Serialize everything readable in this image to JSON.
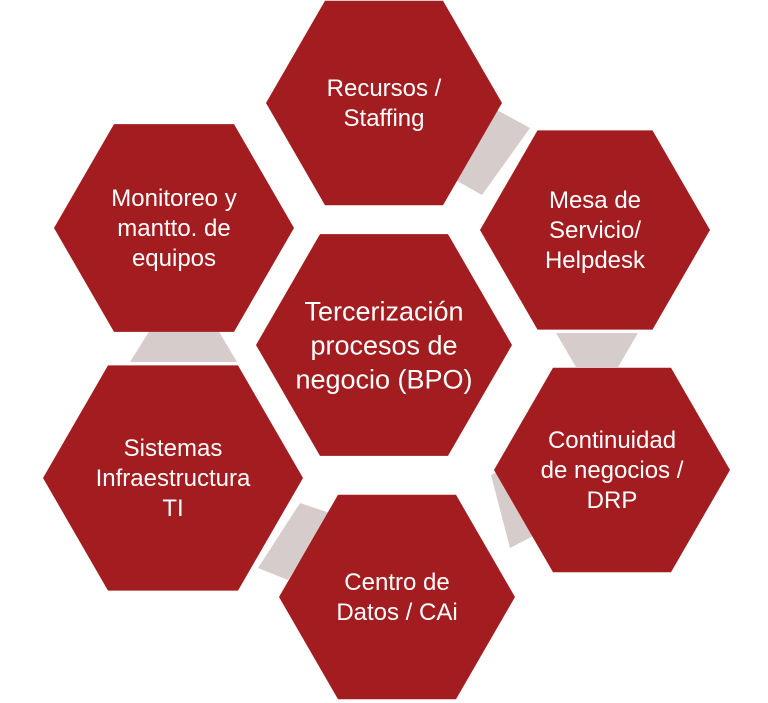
{
  "diagram": {
    "center": {
      "lines": [
        "Tercerización",
        "procesos de",
        "negocio (BPO)"
      ]
    },
    "nodes": [
      {
        "id": "recursos",
        "lines": [
          "Recursos /",
          "Staffing"
        ]
      },
      {
        "id": "mesa-servicio",
        "lines": [
          "Mesa de",
          "Servicio/",
          "Helpdesk"
        ]
      },
      {
        "id": "continuidad",
        "lines": [
          "Continuidad",
          "de negocios /",
          "DRP"
        ]
      },
      {
        "id": "centro-datos",
        "lines": [
          "Centro de",
          "Datos / CAi"
        ]
      },
      {
        "id": "sistemas",
        "lines": [
          "Sistemas",
          "Infraestructura",
          "TI"
        ]
      },
      {
        "id": "monitoreo",
        "lines": [
          "Monitoreo y",
          "mantto. de",
          "equipos"
        ]
      }
    ]
  },
  "colors": {
    "hex_fill": "#a31c1f",
    "connector_fill": "#d6cccc",
    "text": "#ffffff"
  }
}
